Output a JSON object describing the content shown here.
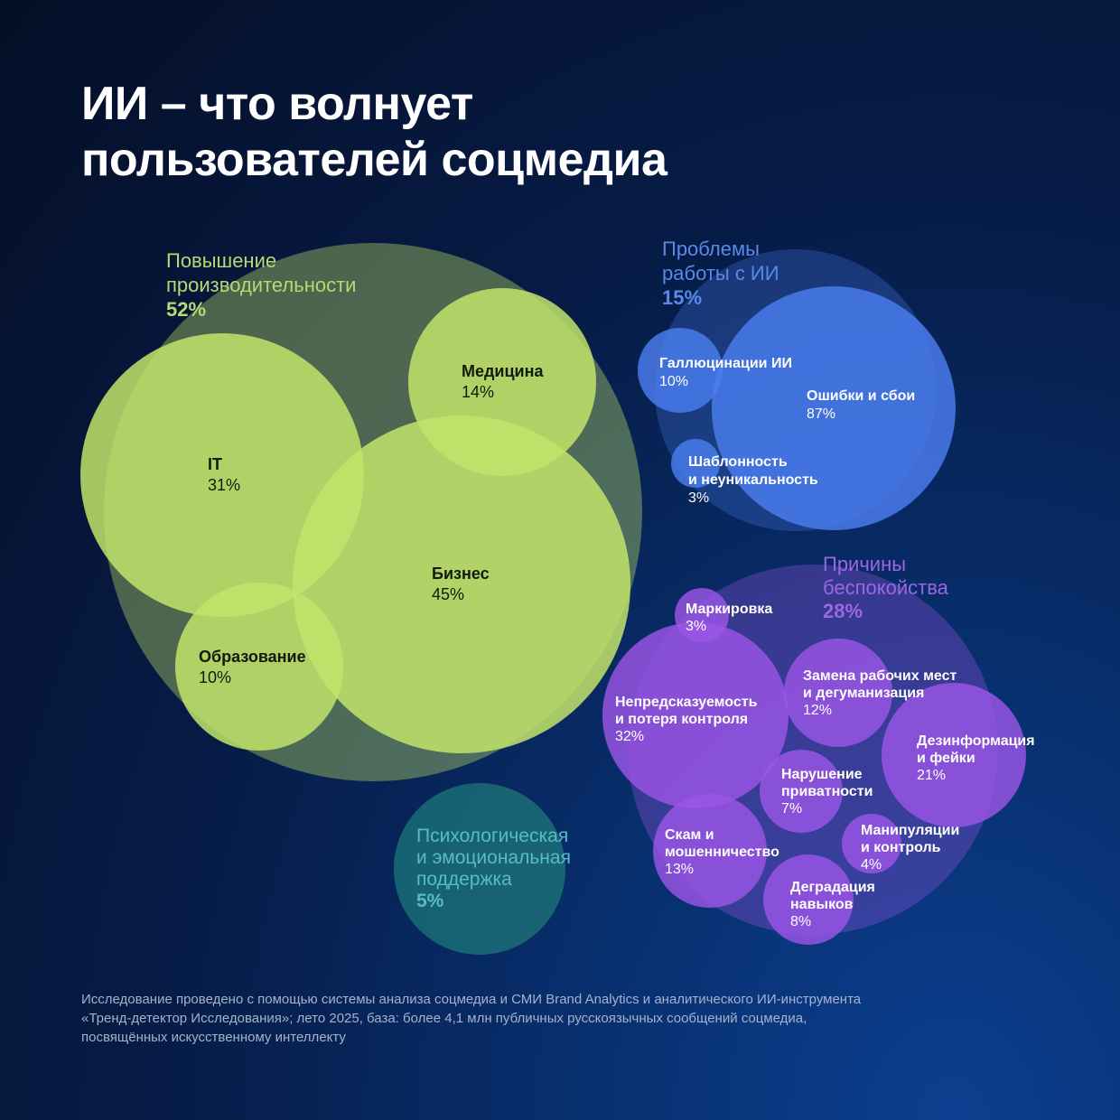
{
  "title": {
    "line1": "ИИ – что волнует",
    "line2": "пользователей соцмедиа"
  },
  "footnote": {
    "line1": "Исследование проведено с помощью системы анализа соцмедиа и СМИ Brand Analytics и аналитического ИИ-инструмента",
    "line2": "«Тренд-детектор Исследования»; лето 2025, база: более 4,1 млн публичных русскоязычных сообщений соцмедиа,",
    "line3": "посвящённых искусственному интеллекту"
  },
  "chart_data": {
    "type": "bubble",
    "categories": [
      {
        "name": "Повышение производительности",
        "label_lines": [
          "Повышение",
          "производительности"
        ],
        "percent_label": "52%",
        "value": 52,
        "color": "#c2e46a",
        "children": [
          {
            "name": "Медицина",
            "label_lines": [
              "Медицина"
            ],
            "percent_label": "14%",
            "value": 14
          },
          {
            "name": "IT",
            "label_lines": [
              "IT"
            ],
            "percent_label": "31%",
            "value": 31
          },
          {
            "name": "Бизнес",
            "label_lines": [
              "Бизнес"
            ],
            "percent_label": "45%",
            "value": 45
          },
          {
            "name": "Образование",
            "label_lines": [
              "Образование"
            ],
            "percent_label": "10%",
            "value": 10
          }
        ]
      },
      {
        "name": "Проблемы работы с ИИ",
        "label_lines": [
          "Проблемы",
          "работы с ИИ"
        ],
        "percent_label": "15%",
        "value": 15,
        "color": "#4a7ef0",
        "children": [
          {
            "name": "Галлюцинации ИИ",
            "label_lines": [
              "Галлюцинации ИИ"
            ],
            "percent_label": "10%",
            "value": 10
          },
          {
            "name": "Ошибки и сбои",
            "label_lines": [
              "Ошибки и сбои"
            ],
            "percent_label": "87%",
            "value": 87
          },
          {
            "name": "Шаблонность и неуникальность",
            "label_lines": [
              "Шаблонность",
              "и неуникальность"
            ],
            "percent_label": "3%",
            "value": 3
          }
        ]
      },
      {
        "name": "Причины беспокойства",
        "label_lines": [
          "Причины",
          "беспокойства"
        ],
        "percent_label": "28%",
        "value": 28,
        "color": "#9b56e6",
        "children": [
          {
            "name": "Маркировка",
            "label_lines": [
              "Маркировка"
            ],
            "percent_label": "3%",
            "value": 3
          },
          {
            "name": "Непредсказуемость и потеря контроля",
            "label_lines": [
              "Непредсказуемость",
              "и потеря контроля"
            ],
            "percent_label": "32%",
            "value": 32
          },
          {
            "name": "Замена рабочих мест и дегуманизация",
            "label_lines": [
              "Замена рабочих мест",
              "и дегуманизация"
            ],
            "percent_label": "12%",
            "value": 12
          },
          {
            "name": "Дезинформация и фейки",
            "label_lines": [
              "Дезинформация",
              "и фейки"
            ],
            "percent_label": "21%",
            "value": 21
          },
          {
            "name": "Нарушение приватности",
            "label_lines": [
              "Нарушение",
              "приватности"
            ],
            "percent_label": "7%",
            "value": 7
          },
          {
            "name": "Скам и мошенничество",
            "label_lines": [
              "Скам и",
              "мошенничество"
            ],
            "percent_label": "13%",
            "value": 13
          },
          {
            "name": "Манипуляции и контроль",
            "label_lines": [
              "Манипуляции",
              "и контроль"
            ],
            "percent_label": "4%",
            "value": 4
          },
          {
            "name": "Деградация навыков",
            "label_lines": [
              "Деградация",
              "навыков"
            ],
            "percent_label": "8%",
            "value": 8
          }
        ]
      },
      {
        "name": "Психологическая и эмоциональная поддержка",
        "label_lines": [
          "Психологическая",
          "и эмоциональная",
          "поддержка"
        ],
        "percent_label": "5%",
        "value": 5,
        "color": "#1e7a7a",
        "children": []
      }
    ]
  }
}
